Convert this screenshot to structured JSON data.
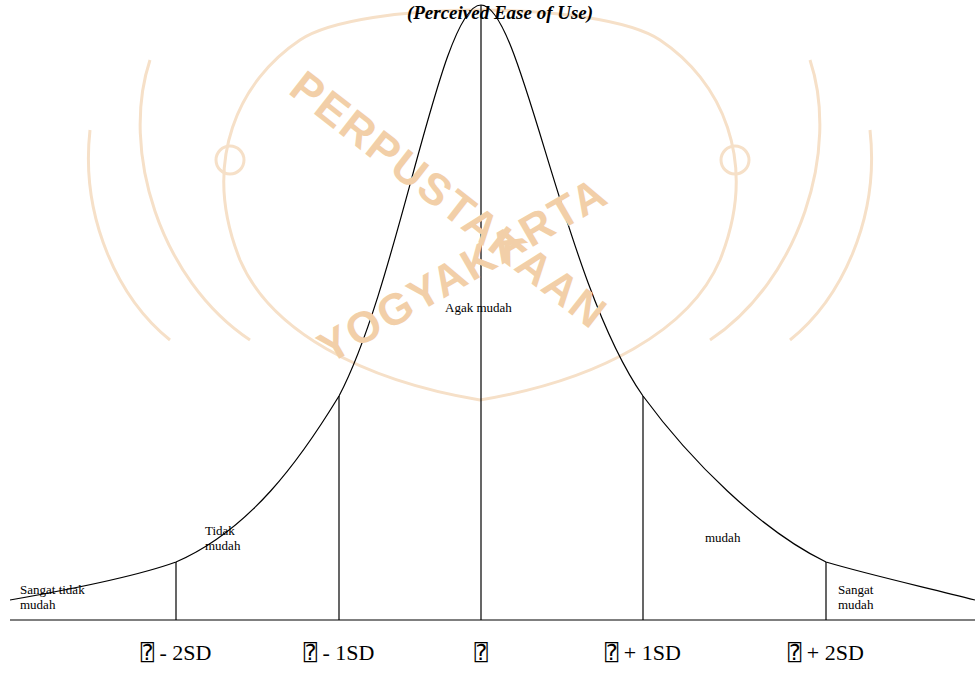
{
  "diagram": {
    "title": "(Perceived Ease of Use)",
    "labels": [
      "PERPUSTAKAAN",
      "YOGYAKARTA",
      "Agak mudah",
      "Tidak mudah",
      "mudah",
      "Sangat tidak mudah",
      "Sangat mudah",
      "⍰ - 2SD",
      "⍰ - 1SD",
      "⍰",
      "⍰ + 1SD",
      "⍰ + 2SD"
    ]
  }
}
